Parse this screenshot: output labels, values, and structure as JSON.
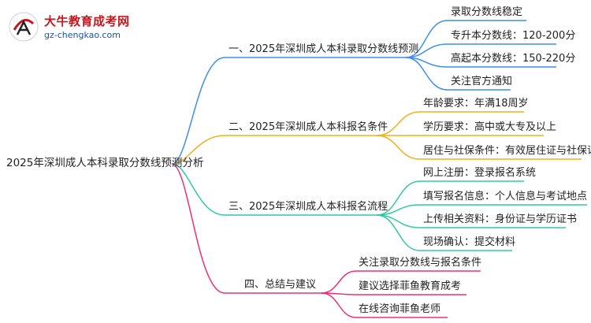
{
  "logo": {
    "title": "大牛教育成考网",
    "url": "gz-chengkao.com"
  },
  "root": {
    "label": "2025年深圳成人本科录取分数线预测分析"
  },
  "colors": {
    "branch1": "#3d8ef0",
    "branch2": "#f2ae1c",
    "branch3": "#33c9a0",
    "branch4": "#ee2f7a"
  },
  "branches": [
    {
      "label": "一、2025年深圳成人本科录取分数线预测",
      "children": [
        "录取分数线稳定",
        "专升本分数线：120-200分",
        "高起本分数线：150-220分",
        "关注官方通知"
      ]
    },
    {
      "label": "二、2025年深圳成人本科报名条件",
      "children": [
        "年龄要求：年满18周岁",
        "学历要求：高中或大专及以上",
        "居住与社保条件：有效居住证与社保证明"
      ]
    },
    {
      "label": "三、2025年深圳成人本科报名流程",
      "children": [
        "网上注册：登录报名系统",
        "填写报名信息：个人信息与考试地点",
        "上传相关资料：身份证与学历证书",
        "现场确认：提交材料"
      ]
    },
    {
      "label": "四、总结与建议",
      "children": [
        "关注录取分数线与报名条件",
        "建议选择菲鱼教育成考",
        "在线咨询菲鱼老师"
      ]
    }
  ]
}
